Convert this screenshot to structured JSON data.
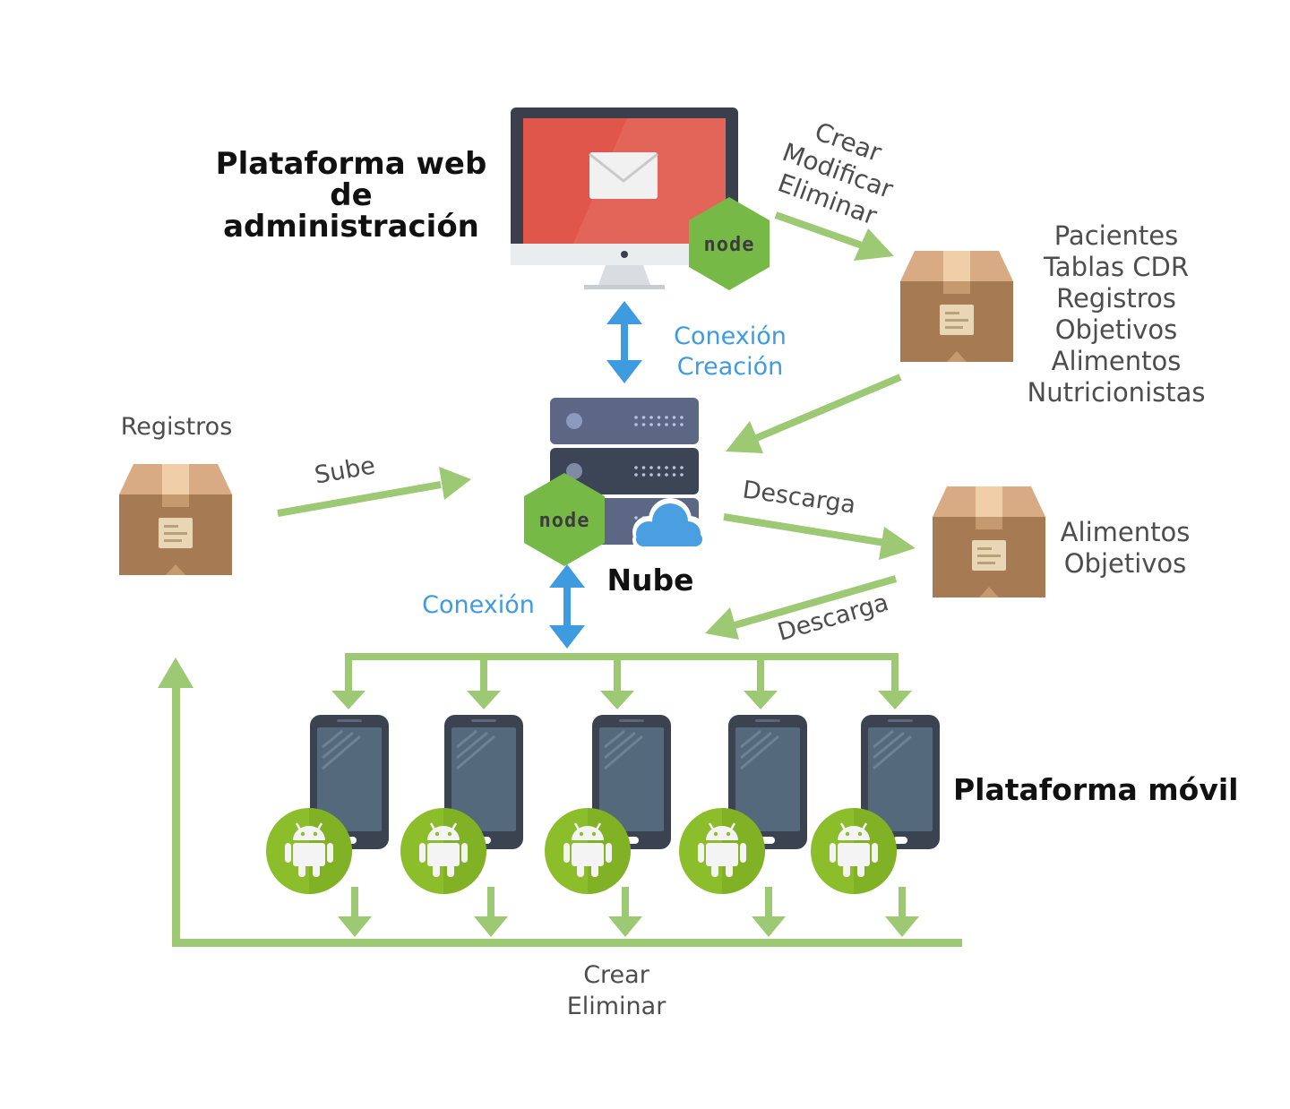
{
  "colors": {
    "arrow_green": "#9dc874",
    "arrow_blue": "#3f9be0",
    "monitor_screen": "#e0564a",
    "node_green": "#76b947",
    "server_body": "#4b5a73",
    "box_brown": "#a67a52",
    "phone_body": "#3b4250",
    "android_green": "#8cbd2b"
  },
  "web_platform": {
    "title_lines": [
      "Plataforma web",
      "de",
      "administración"
    ],
    "icons": [
      "monitor-icon",
      "mail-icon",
      "nodejs-icon"
    ]
  },
  "web_actions": {
    "lines": [
      "Crear",
      "Modificar",
      "Eliminar"
    ]
  },
  "entities_box": {
    "items": [
      "Pacientes",
      "Tablas CDR",
      "Registros",
      "Objetivos",
      "Alimentos",
      "Nutricionistas"
    ]
  },
  "web_connection": {
    "lines": [
      "Conexión",
      "Creación"
    ]
  },
  "cloud": {
    "label": "Nube",
    "icons": [
      "server-icon",
      "nodejs-icon",
      "cloud-icon"
    ]
  },
  "registros_box": {
    "label": "Registros"
  },
  "upload": {
    "label": "Sube"
  },
  "download_box": {
    "items": [
      "Alimentos",
      "Objetivos"
    ]
  },
  "download_out": {
    "label": "Descarga"
  },
  "download_in": {
    "label": "Descarga"
  },
  "mobile_connection": {
    "label": "Conexión"
  },
  "mobile_platform": {
    "label": "Plataforma móvil",
    "device_count": 5,
    "icons": [
      "smartphone-icon",
      "android-icon"
    ]
  },
  "mobile_actions": {
    "lines": [
      "Crear",
      "Eliminar"
    ]
  }
}
